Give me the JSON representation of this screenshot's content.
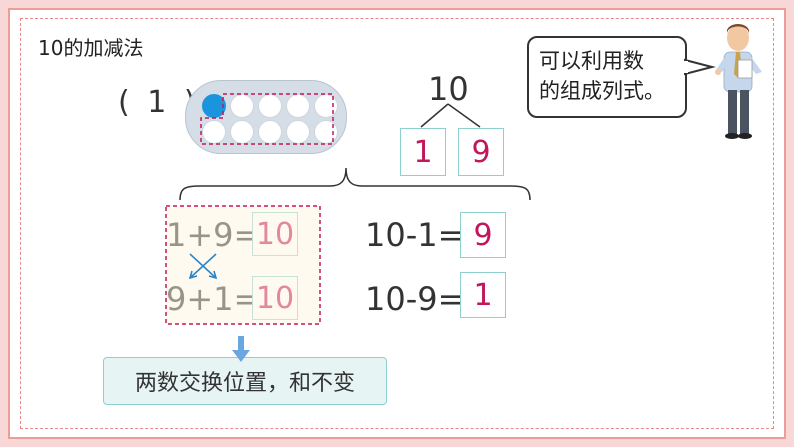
{
  "title": "10的加减法",
  "lesson_label": "( 1 )",
  "split": {
    "total": "10",
    "left": "1",
    "right": "9"
  },
  "equations": [
    {
      "expr": "1+9=",
      "answer": "10"
    },
    {
      "expr": "9+1=",
      "answer": "10"
    },
    {
      "expr": "10-1=",
      "answer": "9"
    },
    {
      "expr": "10-9=",
      "answer": "1"
    }
  ],
  "note": "两数交换位置，和不变",
  "bubble": {
    "line1": "可以利用数",
    "line2": "的组成列式。"
  },
  "colors": {
    "answer": "#c2185b",
    "box_border": "#8fd0cf",
    "dashed": "#c2185b",
    "frame": "#ee9c9a"
  },
  "icons": [
    "teacher-figure",
    "swap-cross-arrows-icon",
    "down-arrow-icon"
  ]
}
